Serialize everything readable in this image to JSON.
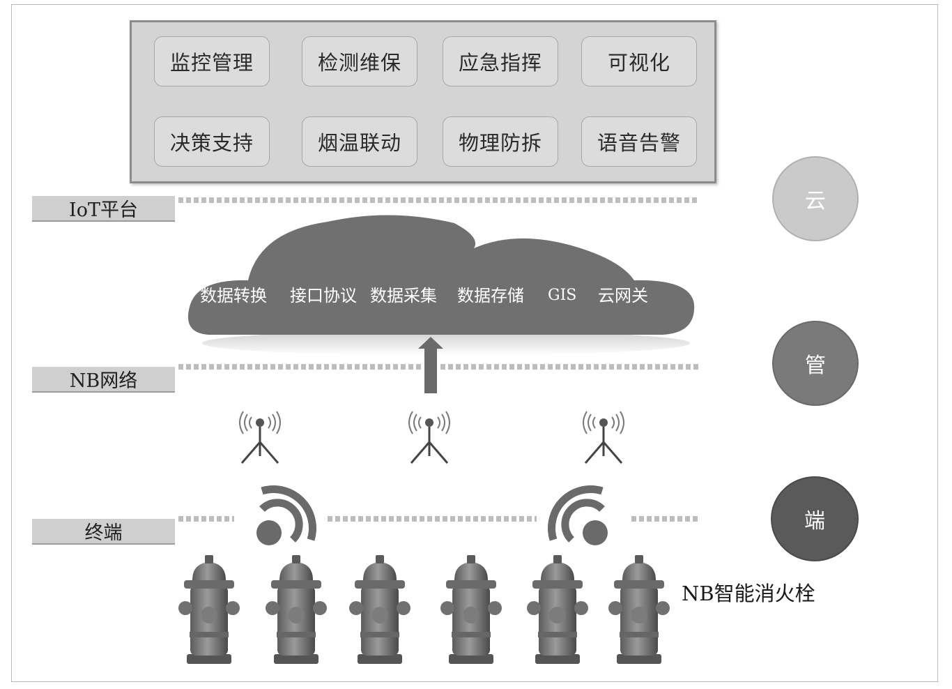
{
  "applications": [
    "监控管理",
    "检测维保",
    "应急指挥",
    "可视化",
    "决策支持",
    "烟温联动",
    "物理防拆",
    "语音告警"
  ],
  "layers": {
    "platform": "IoT平台",
    "network": "NB网络",
    "terminal": "终端"
  },
  "cloud_services": [
    "数据转换",
    "接口协议",
    "数据采集",
    "数据存储",
    "GIS",
    "云网关"
  ],
  "tiers": {
    "cloud": "云",
    "pipe": "管",
    "end": "端"
  },
  "product_label": "NB智能消火栓",
  "colors": {
    "panel": "#d4d4d4",
    "cloud": "#6e6e6e",
    "tier_cloud": "#c9c9c9",
    "tier_pipe": "#7a7a7a",
    "tier_end": "#5a5a5a"
  }
}
